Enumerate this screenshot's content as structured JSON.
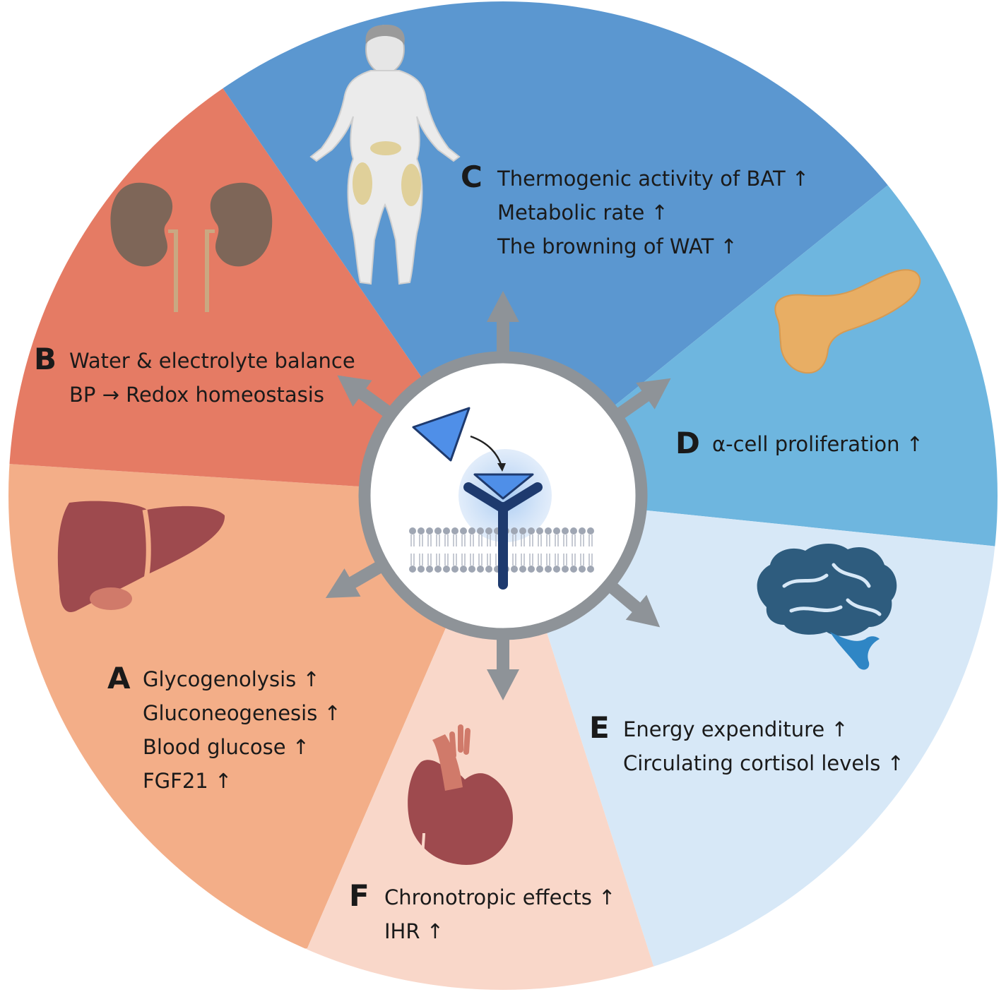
{
  "colors": {
    "liver_sector": "#F3AE88",
    "kidney_sector": "#E57B64",
    "body_sector": "#5B97D0",
    "pancreas_sector": "#6EB6DF",
    "brain_sector": "#D7E8F7",
    "heart_sector": "#F9D7C9",
    "hub_ring": "#8E9398",
    "arrow": "#8E9398",
    "text": "#1a1a1a"
  },
  "panels": {
    "A": {
      "letter": "A",
      "lines": [
        "Glycogenolysis ↑",
        "Gluconeogenesis ↑",
        "Blood glucose ↑",
        "FGF21 ↑"
      ],
      "icon": "liver-icon"
    },
    "B": {
      "letter": "B",
      "lines": [
        "Water & electrolyte balance",
        "BP → Redox homeostasis"
      ],
      "icon": "kidneys-icon"
    },
    "C": {
      "letter": "C",
      "lines": [
        "Thermogenic activity of BAT ↑",
        "Metabolic rate ↑",
        "The browning of WAT ↑"
      ],
      "icon": "human-body-icon"
    },
    "D": {
      "letter": "D",
      "lines": [
        "α-cell proliferation ↑"
      ],
      "icon": "pancreas-icon"
    },
    "E": {
      "letter": "E",
      "lines": [
        "Energy expenditure ↑",
        "Circulating cortisol levels ↑"
      ],
      "icon": "brain-icon"
    },
    "F": {
      "letter": "F",
      "lines": [
        "Chronotropic effects ↑",
        "IHR ↑"
      ],
      "icon": "heart-icon"
    }
  },
  "hub": {
    "icon": "receptor-binding-icon"
  }
}
